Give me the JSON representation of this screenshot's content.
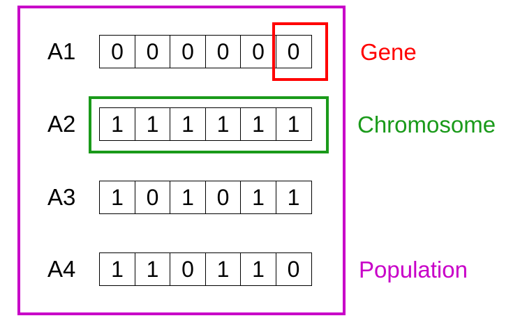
{
  "population": [
    {
      "label": "A1",
      "genes": [
        "0",
        "0",
        "0",
        "0",
        "0",
        "0"
      ]
    },
    {
      "label": "A2",
      "genes": [
        "1",
        "1",
        "1",
        "1",
        "1",
        "1"
      ]
    },
    {
      "label": "A3",
      "genes": [
        "1",
        "0",
        "1",
        "0",
        "1",
        "1"
      ]
    },
    {
      "label": "A4",
      "genes": [
        "1",
        "1",
        "0",
        "1",
        "1",
        "0"
      ]
    }
  ],
  "labels": {
    "gene": "Gene",
    "chromosome": "Chromosome",
    "population": "Population"
  },
  "colors": {
    "gene": "#ff0000",
    "chromosome": "#1a9a1a",
    "population": "#c800c8"
  }
}
